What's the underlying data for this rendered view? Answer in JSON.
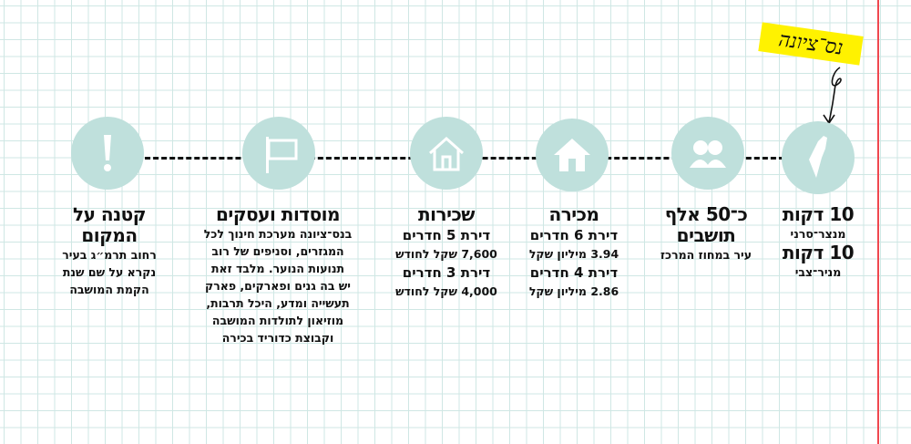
{
  "tag": "נס־ציונה",
  "columns": [
    {
      "title_lines": [
        "10 דקות"
      ],
      "items": [
        {
          "text": "מנצר־סרני",
          "type": "sub"
        },
        {
          "text": "10 דקות",
          "type": "head"
        },
        {
          "text": "מניר־צבי",
          "type": "sub"
        }
      ]
    },
    {
      "title_lines": [
        "כ־50 אלף",
        "תושבים"
      ],
      "items": [
        {
          "text": "עיר במחוז המרכז",
          "type": "sub"
        }
      ]
    },
    {
      "title_lines": [
        "מכירה"
      ],
      "items": [
        {
          "text": "דירת 6 חדרים",
          "type": "mid"
        },
        {
          "text": "3.94 מיליון שקל",
          "type": "sub"
        },
        {
          "text": "דירת 4 חדרים",
          "type": "mid"
        },
        {
          "text": "2.86 מיליון שקל",
          "type": "sub"
        }
      ]
    },
    {
      "title_lines": [
        "שכירות"
      ],
      "items": [
        {
          "text": "דירת 5 חדרים",
          "type": "mid"
        },
        {
          "text": "7,600 שקל לחודש",
          "type": "sub"
        },
        {
          "text": "דירת 3 חדרים",
          "type": "mid"
        },
        {
          "text": "4,000 שקל לחודש",
          "type": "sub"
        }
      ]
    },
    {
      "title_lines": [
        "מוסדות ועסקים"
      ],
      "items": [
        {
          "text": "בנס־ציונה מערכת חינוך לכל",
          "type": "sub"
        },
        {
          "text": "המגזרים, וסניפים של רוב",
          "type": "sub"
        },
        {
          "text": "תנועות הנוער. מלבד זאת",
          "type": "sub"
        },
        {
          "text": "יש בה גנים ופארקים, פארק",
          "type": "sub"
        },
        {
          "text": "תעשייה ומדע, היכל תרבות,",
          "type": "sub"
        },
        {
          "text": "מוזיאון לתולדות המושבה",
          "type": "sub"
        },
        {
          "text": "וקבוצת כדוריד בכירה",
          "type": "sub"
        }
      ]
    },
    {
      "title_lines": [
        "קטנה על",
        "המקום"
      ],
      "items": [
        {
          "text": "רחוב תרמ״ג בעיר",
          "type": "sub"
        },
        {
          "text": "נקרא על שם שנת",
          "type": "sub"
        },
        {
          "text": "הקמת המושבה",
          "type": "sub"
        }
      ]
    }
  ],
  "icons": [
    "israel-map-icon",
    "people-icon",
    "house-icon",
    "house-outline-icon",
    "sign-board-icon",
    "exclamation-icon"
  ],
  "colors": {
    "circle": "#bfe0dc",
    "highlight": "#fff200",
    "margin": "#f0474f"
  }
}
